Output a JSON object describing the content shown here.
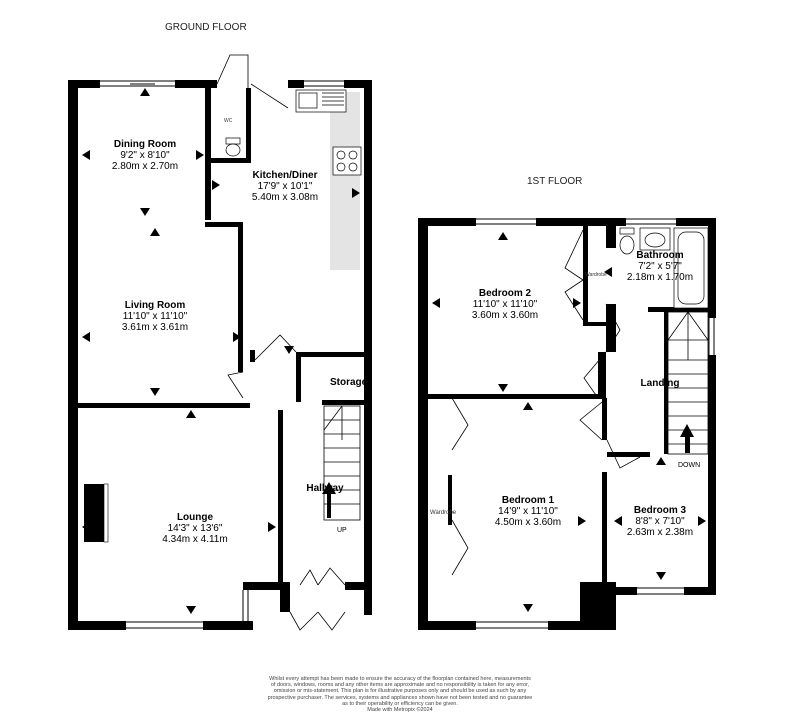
{
  "floors": {
    "ground_title": "GROUND FLOOR",
    "first_title": "1ST FLOOR"
  },
  "rooms": {
    "dining": {
      "name": "Dining Room",
      "imperial": "9'2\"  x 8'10\"",
      "metric": "2.80m  x 2.70m"
    },
    "kitchen": {
      "name": "Kitchen/Diner",
      "imperial": "17'9\"  x 10'1\"",
      "metric": "5.40m  x 3.08m"
    },
    "living": {
      "name": "Living Room",
      "imperial": "11'10\"  x 11'10\"",
      "metric": "3.61m  x 3.61m"
    },
    "lounge": {
      "name": "Lounge",
      "imperial": "14'3\"  x 13'6\"",
      "metric": "4.34m  x 4.11m"
    },
    "storage": {
      "name": "Storage"
    },
    "hallway": {
      "name": "Hallway"
    },
    "bedroom2": {
      "name": "Bedroom 2",
      "imperial": "11'10\"  x 11'10\"",
      "metric": "3.60m  x 3.60m"
    },
    "bathroom": {
      "name": "Bathroom",
      "imperial": "7'2\"  x 5'7\"",
      "metric": "2.18m  x 1.70m"
    },
    "landing": {
      "name": "Landing"
    },
    "bedroom1": {
      "name": "Bedroom 1",
      "imperial": "14'9\"  x 11'10\"",
      "metric": "4.50m  x 3.60m"
    },
    "bedroom3": {
      "name": "Bedroom 3",
      "imperial": "8'8\"  x 7'10\"",
      "metric": "2.63m  x 2.38m"
    }
  },
  "labels": {
    "up": "UP",
    "down": "DOWN",
    "wardrobe_b2": "Wardrobe",
    "wardrobe_b1": "Wardrobe",
    "wc": "WC"
  },
  "disclaimer": {
    "line1": "Whilst every attempt has been made to ensure the accuracy of the floorplan contained here, measurements",
    "line2": "of doors, windows, rooms and any other items are approximate and no responsibility is taken for any error,",
    "line3": "omission or mis-statement. This plan is for illustrative purposes only and should be used as such by any",
    "line4": "prospective purchaser. The services, systems and appliances shown have not been tested and no guarantee",
    "line5": "as to their operability or efficiency can be given.",
    "line6": "Made with Metropix ©2024"
  },
  "colors": {
    "wall": "#000000",
    "counter": "#e4e4e4",
    "window": "#ffffff"
  }
}
